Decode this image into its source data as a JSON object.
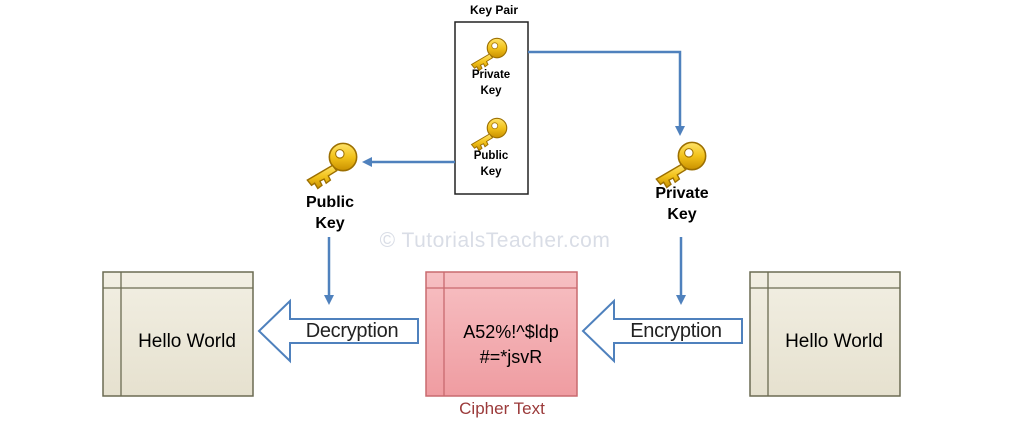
{
  "key_pair": {
    "title": "Key Pair",
    "private_key_label": "Private\nKey",
    "public_key_label": "Public\nKey"
  },
  "left_key": {
    "label": "Public\nKey"
  },
  "right_key": {
    "label": "Private\nKey"
  },
  "watermark": "© TutorialsTeacher.com",
  "left_document": {
    "text": "Hello World"
  },
  "right_document": {
    "text": "Hello World"
  },
  "cipher": {
    "text_line1": "A52%!^$ldp",
    "text_line2": "#=*jsvR",
    "caption": "Cipher Text"
  },
  "arrows": {
    "decryption": "Decryption",
    "encryption": "Encryption"
  },
  "colors": {
    "connector": "#4f81bd",
    "block_arrow_fill": "#ffffff",
    "block_arrow_stroke": "#4f81bd",
    "document_fill": "#eeeadb",
    "document_stroke": "#6b6b52",
    "cipher_fill": "#f3a9ad",
    "cipher_stroke": "#c96a6f",
    "key_gold": "#f2c21a",
    "key_dark": "#9c6f00"
  }
}
